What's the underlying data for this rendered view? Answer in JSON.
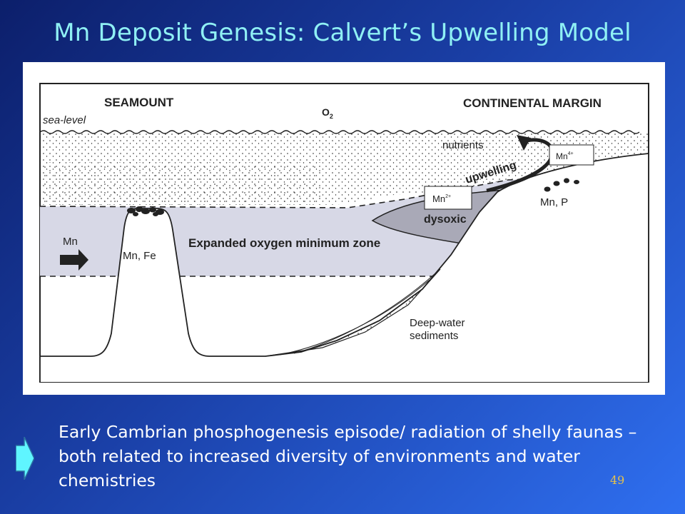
{
  "slide": {
    "title": "Mn Deposit Genesis: Calvert’s Upwelling Model",
    "body_text": "Early Cambrian phosphogenesis episode/ radiation of shelly faunas – both related to increased diversity of environments and water chemistries",
    "slide_number": "49"
  },
  "diagram": {
    "label_seamount": "SEAMOUNT",
    "label_continental_margin": "CONTINENTAL MARGIN",
    "label_sea_level": "sea-level",
    "label_o2_main": "O",
    "label_o2_sub": "2",
    "label_nutrients": "nutrients",
    "label_upwelling": "upwelling",
    "label_mn4_main": "Mn",
    "label_mn4_sup": "4+",
    "label_mn2_main": "Mn",
    "label_mn2_sup": "2+",
    "label_dysoxic": "dysoxic",
    "label_mn_p": "Mn, P",
    "label_mn_input": "Mn",
    "label_mn_fe": "Mn, Fe",
    "label_omz": "Expanded oxygen minimum zone",
    "label_deep_water_line1": "Deep-water",
    "label_deep_water_line2": "sediments"
  },
  "colors": {
    "title_color": "#8ff0f4",
    "omz_fill": "#d7d8e6",
    "dysoxic_fill": "#a9a9b7",
    "arrow_bullet": "#5ff5ff",
    "slide_number": "#e7c24a"
  }
}
